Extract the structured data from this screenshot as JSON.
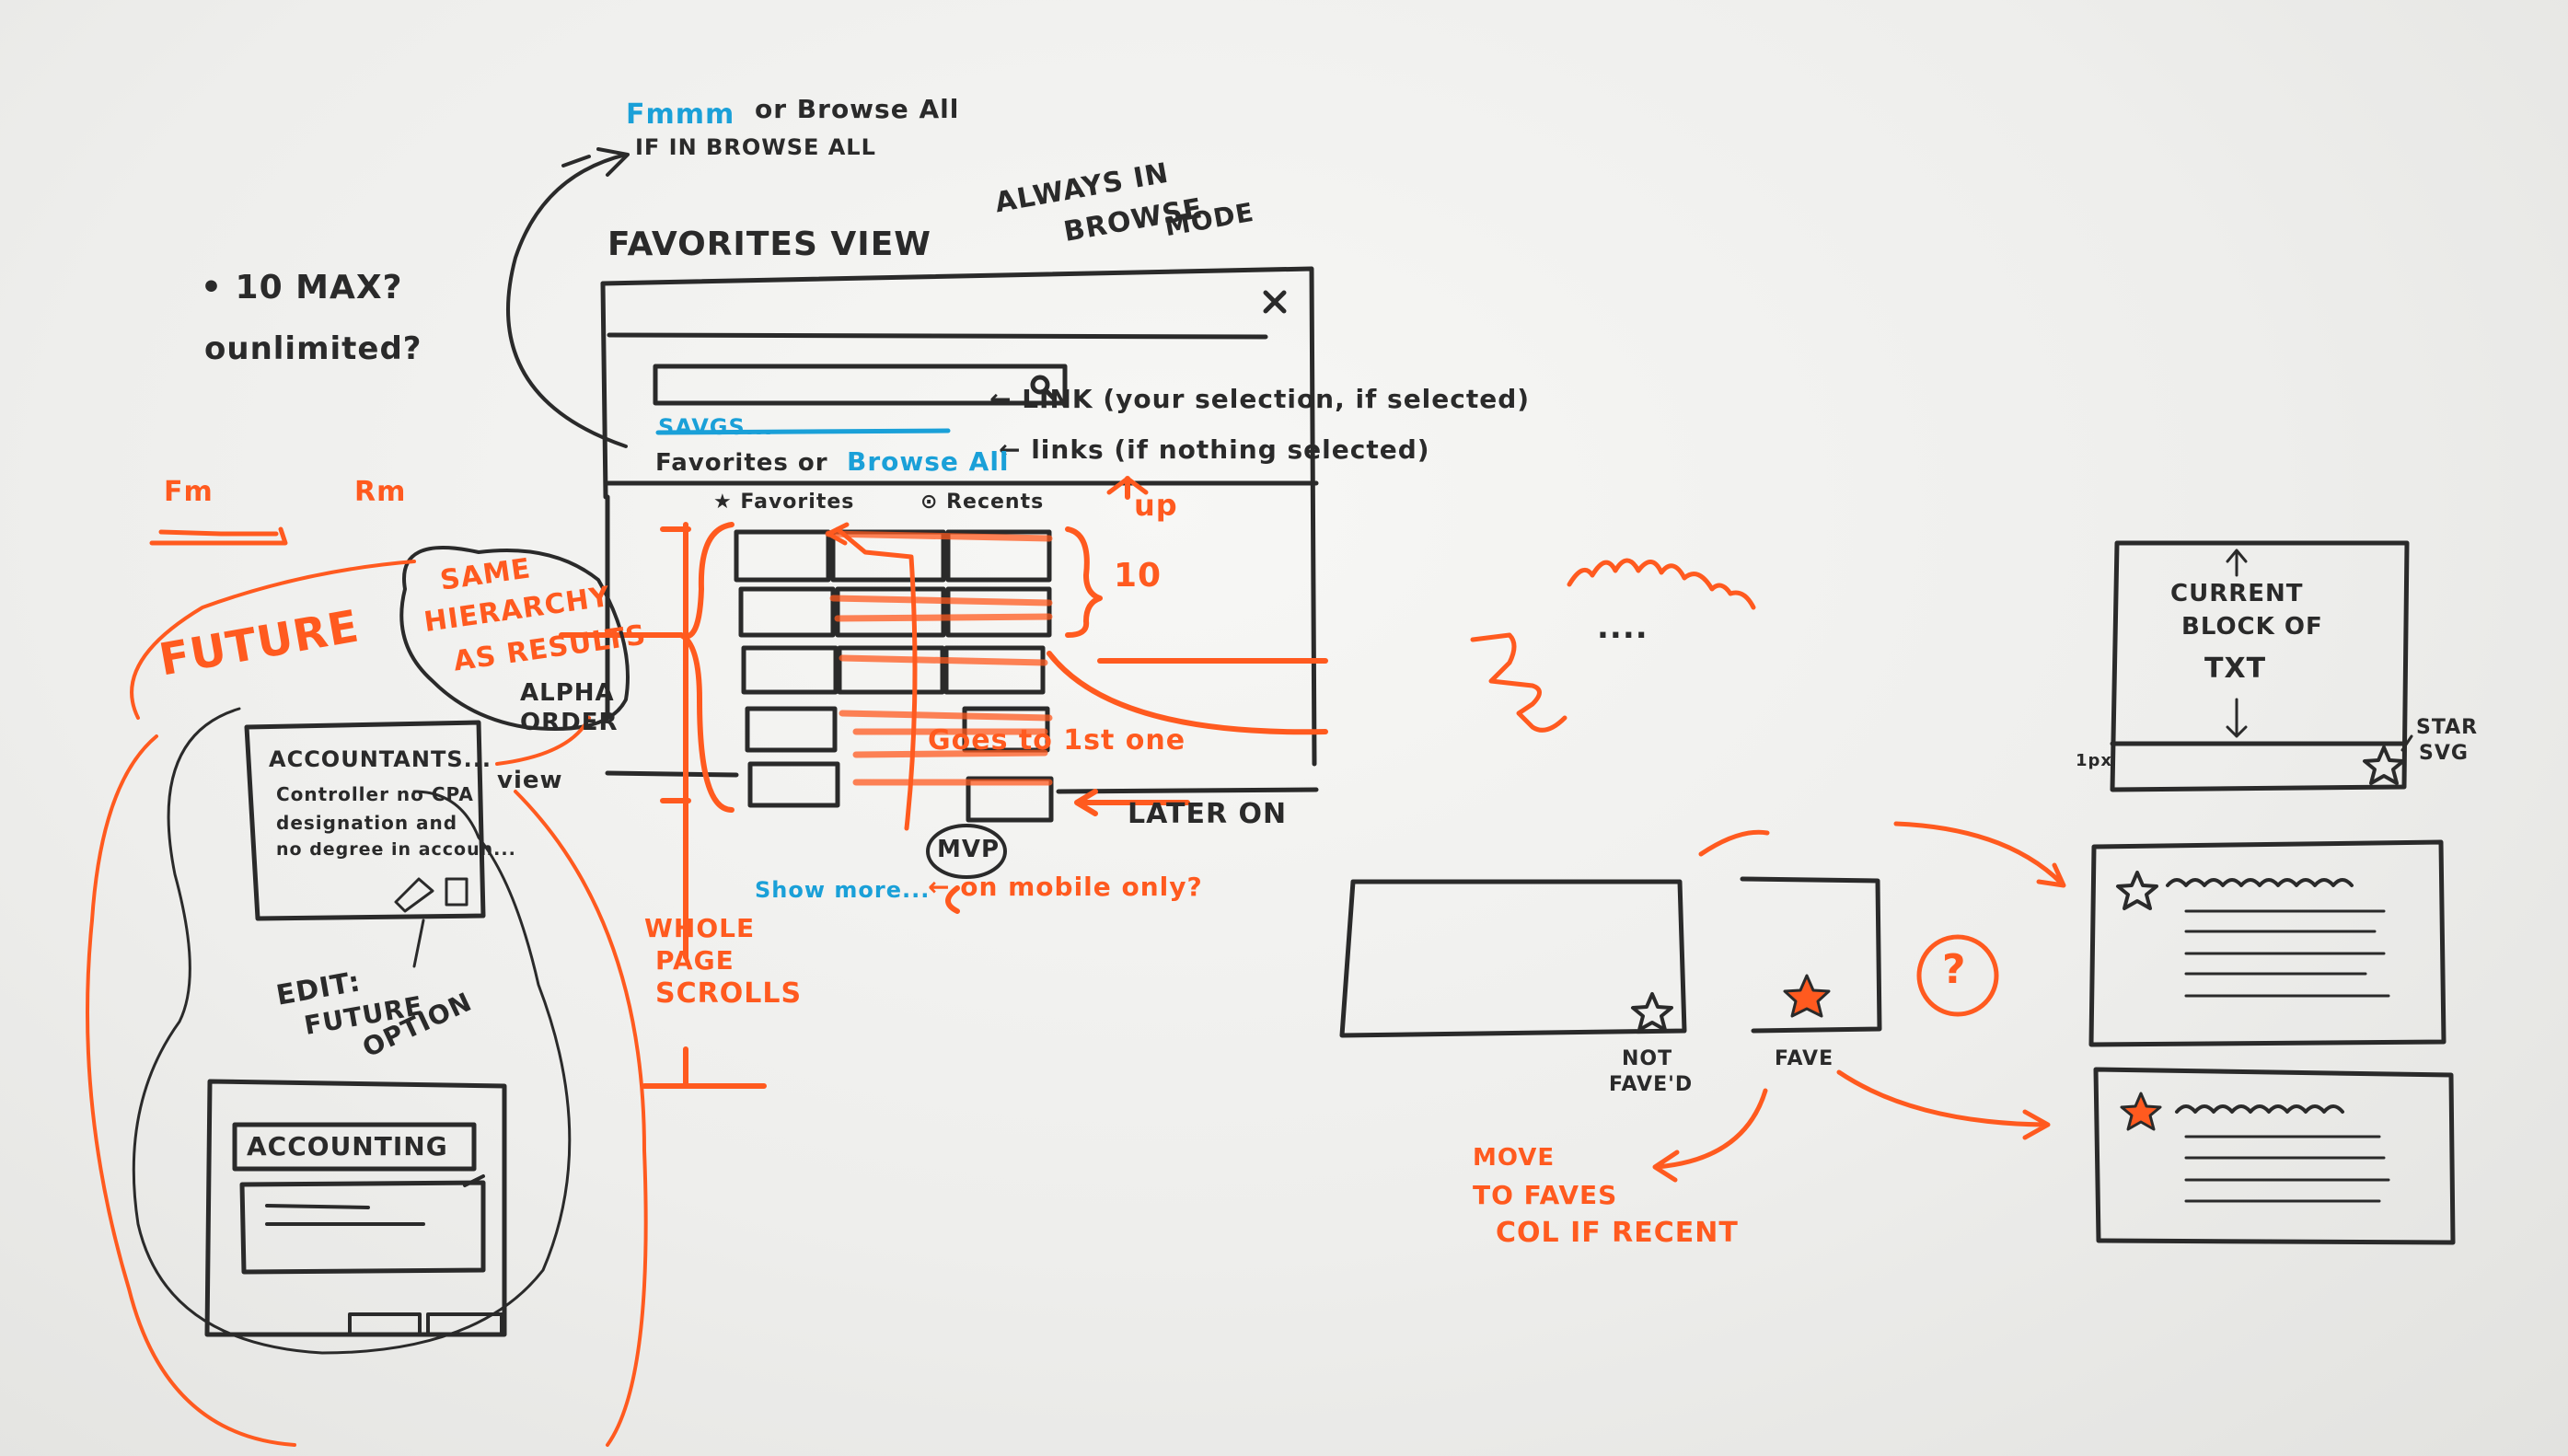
{
  "colors": {
    "ink": "#2a2a2a",
    "orange": "#ff5a1f",
    "blue": "#1aa0d8",
    "board": "#f2f2f0"
  },
  "notes": {
    "top_link_blue": "Fmmm",
    "top_link_rest": "or Browse All",
    "top_if_browse": "IF IN BROWSE ALL",
    "always_browse_1": "ALWAYS IN",
    "always_browse_2": "BROWSE",
    "always_browse_3": "MODE",
    "favorites_view": "FAVORITES VIEW",
    "max_1": "• 10 MAX?",
    "max_2": "ounlimited?",
    "link_selection": "← LINK (your selection, if selected)",
    "links_nothing": "← links (if nothing selected)",
    "saved_blue": "SAVGS...",
    "favorites_or": "Favorites  or",
    "browse_all_blue": "Browse All",
    "col_favorites": "★ Favorites",
    "col_recents": "⊙ Recents",
    "up": "up",
    "ten": "10",
    "same_1": "SAME",
    "same_2": "HIERARCHY",
    "same_3": "AS RESULTS",
    "alpha_1": "ALPHA",
    "alpha_2": "ORDER",
    "goes_top": "Goes to 1st one",
    "later_on": "LATER ON",
    "mvp": "MVP",
    "show_more": "Show more...",
    "mobile_only": "← on mobile only?",
    "whole_1": "WHOLE",
    "whole_2": "PAGE",
    "whole_3": "SCROLLS",
    "future": "FUTURE",
    "fm": "Fm",
    "rm": "Rm",
    "card_title": "ACCOUNTANTS...",
    "card_l1": "Controller no CPA",
    "card_l2": "designation and",
    "card_l3": "no degree in accoun...",
    "view": "view",
    "edit_1": "EDIT:",
    "edit_2": "FUTURE",
    "edit_3": "OPTION",
    "accounting": "ACCOUNTING",
    "current_1": "CURRENT",
    "current_2": "BLOCK OF",
    "current_3": "TXT",
    "star_1": "STAR",
    "star_2": "SVG",
    "px": "1px",
    "not_faved_1": "NOT",
    "not_faved_2": "FAVE'D",
    "fave": "FAVE",
    "question": "?",
    "move_1": "MOVE",
    "move_2": "TO FAVES",
    "move_3": "COL IF RECENT",
    "dots": "...."
  }
}
